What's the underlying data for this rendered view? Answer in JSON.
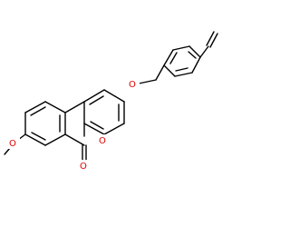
{
  "figure": {
    "atoms": {
      "ether_o": "O",
      "ring_o": "O",
      "carbonyl_o": "O",
      "methoxy_o": "O"
    },
    "colors": {
      "bond": "#000000",
      "heteroatom": "#e00000",
      "background": "#ffffff"
    }
  }
}
